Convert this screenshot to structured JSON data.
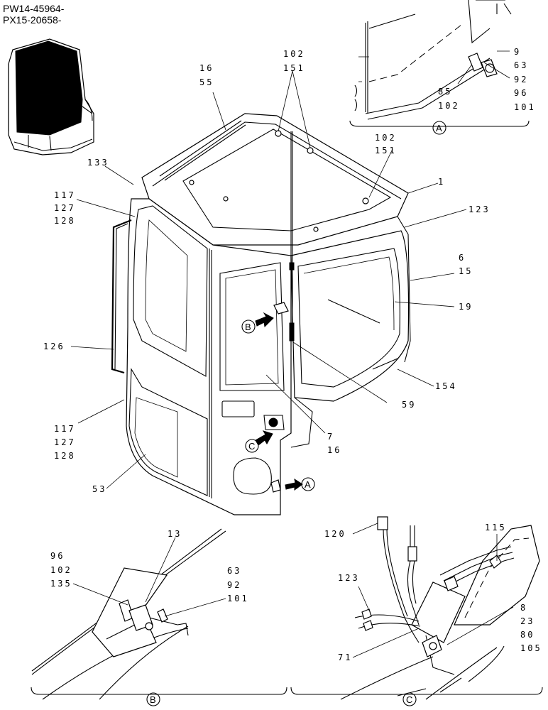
{
  "header": {
    "serial_line_1": "PW14-45964-",
    "serial_line_2": "PX15-20658-"
  },
  "details": {
    "A": "A",
    "B": "B",
    "C": "C"
  },
  "callouts": {
    "c1": "1",
    "c6": "6",
    "c15": "15",
    "c19": "19",
    "c16a": "16",
    "c55": "55",
    "c102a": "102",
    "c151a": "151",
    "c102b": "102",
    "c151b": "151",
    "c133": "133",
    "c117a": "117",
    "c127a": "127",
    "c128a": "128",
    "c123a": "123",
    "c126": "126",
    "c154": "154",
    "c59": "59",
    "c7": "7",
    "c16b": "16",
    "c117b": "117",
    "c127b": "127",
    "c128b": "128",
    "c53": "53",
    "a9": "9",
    "a63": "63",
    "a92": "92",
    "a96": "96",
    "a101": "101",
    "a85": "85",
    "a102": "102",
    "b13": "13",
    "b96": "96",
    "b102": "102",
    "b135": "135",
    "b63": "63",
    "b92": "92",
    "b101": "101",
    "c120": "120",
    "c115": "115",
    "c123b": "123",
    "c8": "8",
    "c23": "23",
    "c80": "80",
    "c105": "105",
    "c71": "71"
  }
}
